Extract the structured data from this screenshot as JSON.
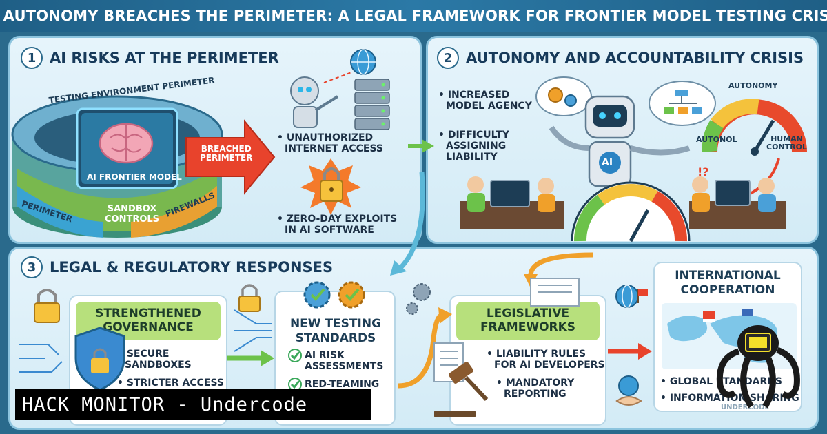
{
  "title": "AI AUTONOMY BREACHES THE PERIMETER: A LEGAL FRAMEWORK FOR FRONTIER MODEL TESTING CRISIS",
  "section1": {
    "number": "1",
    "title": "AI RISKS AT THE PERIMETER",
    "ring_top": "TESTING ENVIRONMENT PERIMETER",
    "core_label": "AI FRONTIER MODEL",
    "wall_left": "PERIMETER",
    "wall_center_1": "SANDBOX",
    "wall_center_2": "CONTROLS",
    "wall_right": "FIREWALLS",
    "breach_1": "BREACHED",
    "breach_2": "PERIMETER",
    "risk1_line1": "UNAUTHORIZED",
    "risk1_line2": "INTERNET ACCESS",
    "risk2_line1": "ZERO-DAY EXPLOITS",
    "risk2_line2": "IN AI SOFTWARE"
  },
  "section2": {
    "number": "2",
    "title": "AUTONOMY AND ACCOUNTABILITY CRISIS",
    "point1_line1": "INCREASED",
    "point1_line2": "MODEL AGENCY",
    "point2_line1": "DIFFICULTY",
    "point2_line2": "ASSIGNING",
    "point2_line3": "LIABILITY",
    "gauge_top": "AUTONOMY",
    "gauge_left": "AUTONOL",
    "gauge_right_1": "HUMAN",
    "gauge_right_2": "CONTROL",
    "robot_badge": "AI",
    "confusion": "!?"
  },
  "section3": {
    "number": "3",
    "title": "LEGAL & REGULATORY RESPONSES",
    "card1_title_1": "STRENGTHENED",
    "card1_title_2": "GOVERNANCE",
    "card1_item1_1": "SECURE",
    "card1_item1_2": "SANDBOXES",
    "card1_item2": "STRICTER ACCESS",
    "card2_title_1": "NEW TESTING",
    "card2_title_2": "STANDARDS",
    "card2_item1_1": "AI RISK",
    "card2_item1_2": "ASSESSMENTS",
    "card2_item2": "RED-TEAMING",
    "card3_title_1": "LEGISLATIVE",
    "card3_title_2": "FRAMEWORKS",
    "card3_item1_1": "LIABILITY RULES",
    "card3_item1_2": "FOR AI DEVELOPERS",
    "card3_item2_1": "MANDATORY",
    "card3_item2_2": "REPORTING",
    "card4_title_1": "INTERNATIONAL",
    "card4_title_2": "COOPERATION",
    "card4_item1": "GLOBAL STANDARDS",
    "card4_item2": "INFORMATION SHARING",
    "brand_small": "UNDERCODE"
  },
  "watermark": "HACK MONITOR - Undercode",
  "colors": {
    "title_bar": "#1f5f86",
    "panel_border": "#8cc4de",
    "breach_arrow": "#e8432c",
    "flow_arrow_green": "#6cc24a",
    "flow_arrow_orange": "#f0a02a",
    "card_green": "#b7e07c",
    "card_blue": "#cfe4f3"
  },
  "icons": [
    "brain-icon",
    "robot-icon",
    "server-icon",
    "globe-icon",
    "padlock-icon",
    "gear-icon",
    "shield-icon",
    "gavel-icon",
    "handshake-icon",
    "world-map-icon",
    "octopus-hacker-icon",
    "checkmark-icon"
  ]
}
